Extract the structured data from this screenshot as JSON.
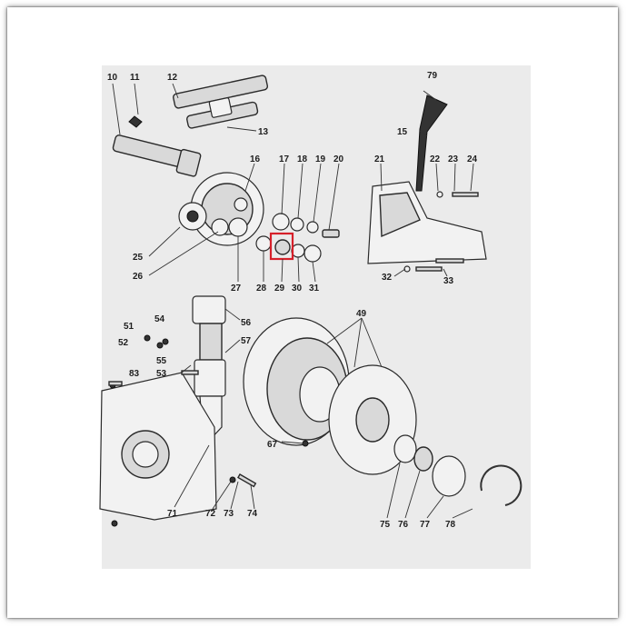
{
  "diagram": {
    "highlight_color": "#d6202a",
    "highlighted_part": "29",
    "labels": [
      "10",
      "11",
      "12",
      "13",
      "15",
      "16",
      "17",
      "18",
      "19",
      "20",
      "21",
      "22",
      "23",
      "24",
      "25",
      "26",
      "27",
      "28",
      "29",
      "30",
      "31",
      "32",
      "33",
      "49",
      "51",
      "52",
      "53",
      "54",
      "55",
      "56",
      "57",
      "67",
      "71",
      "72",
      "73",
      "74",
      "75",
      "76",
      "77",
      "78",
      "79",
      "83"
    ]
  }
}
